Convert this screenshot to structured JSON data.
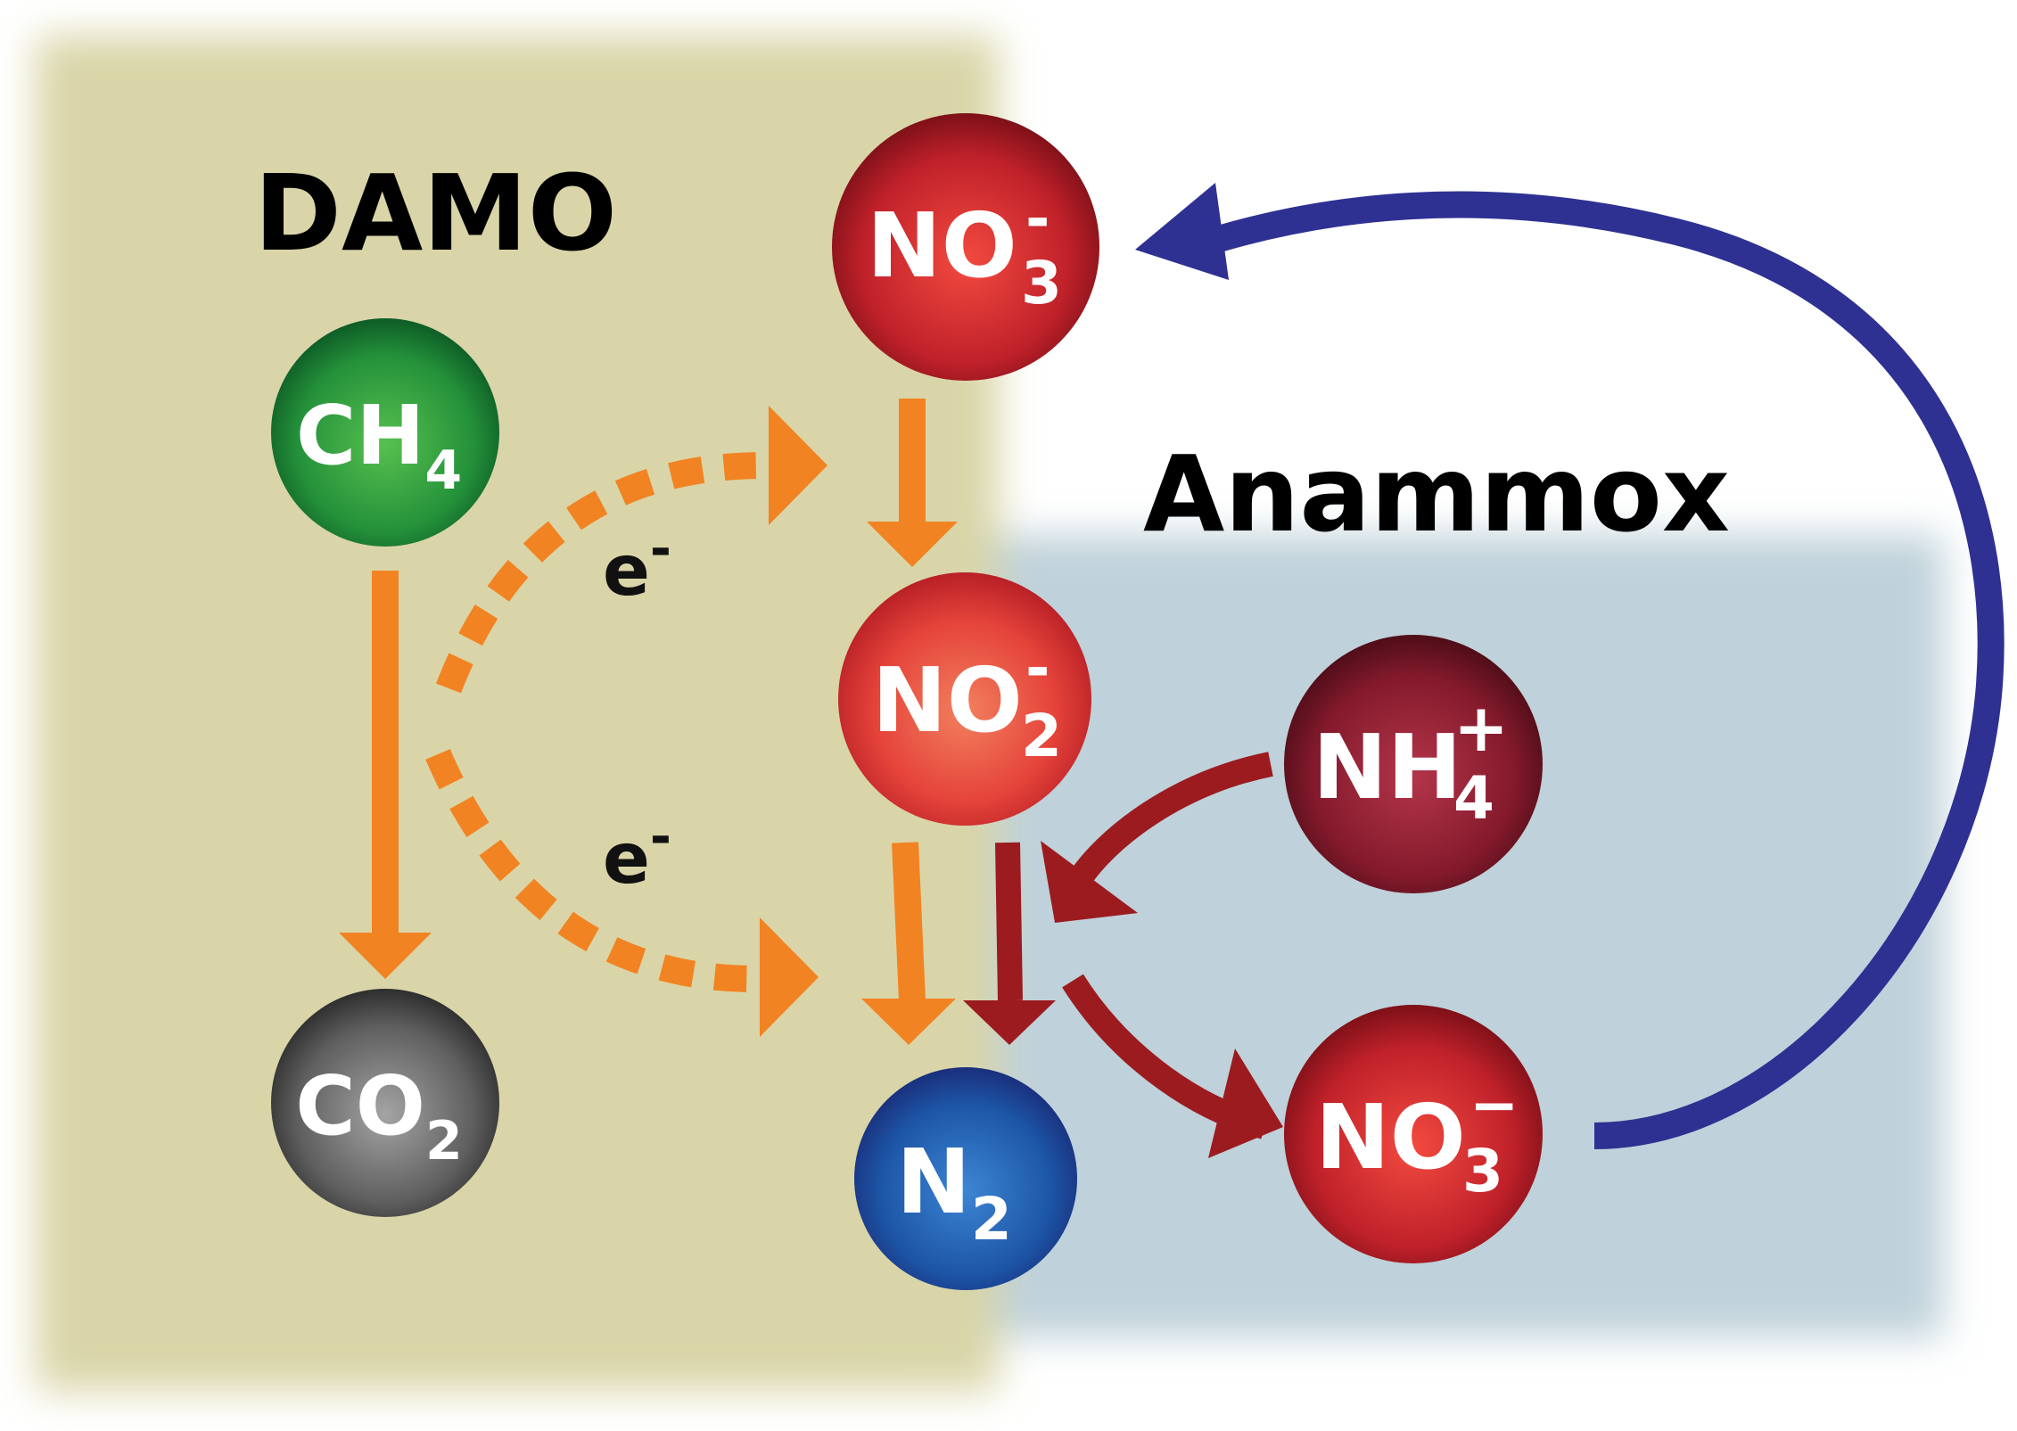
{
  "regions": {
    "damo": {
      "label": "DAMO",
      "color": "#d9d5a8"
    },
    "anammox": {
      "label": "Anammox",
      "color": "#bfd1da"
    }
  },
  "molecules": {
    "ch4": {
      "base": "CH",
      "sub": "4",
      "sup": "",
      "color": "#2e9a3e"
    },
    "co2": {
      "base": "CO",
      "sub": "2",
      "sup": "",
      "color": "#6b6b6b"
    },
    "no3_top": {
      "base": "NO",
      "sub": "3",
      "sup": "-",
      "color": "#c42326"
    },
    "no2": {
      "base": "NO",
      "sub": "2",
      "sup": "-",
      "color": "#e2483a"
    },
    "n2": {
      "base": "N",
      "sub": "2",
      "sup": "",
      "color": "#1f58a8"
    },
    "nh4": {
      "base": "NH",
      "sub": "4",
      "sup": "+",
      "color": "#8a1c2c"
    },
    "no3_right": {
      "base": "NO",
      "sub": "3",
      "sup": "-",
      "color": "#c42326"
    }
  },
  "electrons": {
    "upper": {
      "base": "e",
      "sup": "-"
    },
    "lower": {
      "base": "e",
      "sup": "-"
    }
  },
  "colors": {
    "damo_arrow": "#f28322",
    "anammox_arrow": "#9b1b1f",
    "recycle_arrow": "#2e3192"
  }
}
